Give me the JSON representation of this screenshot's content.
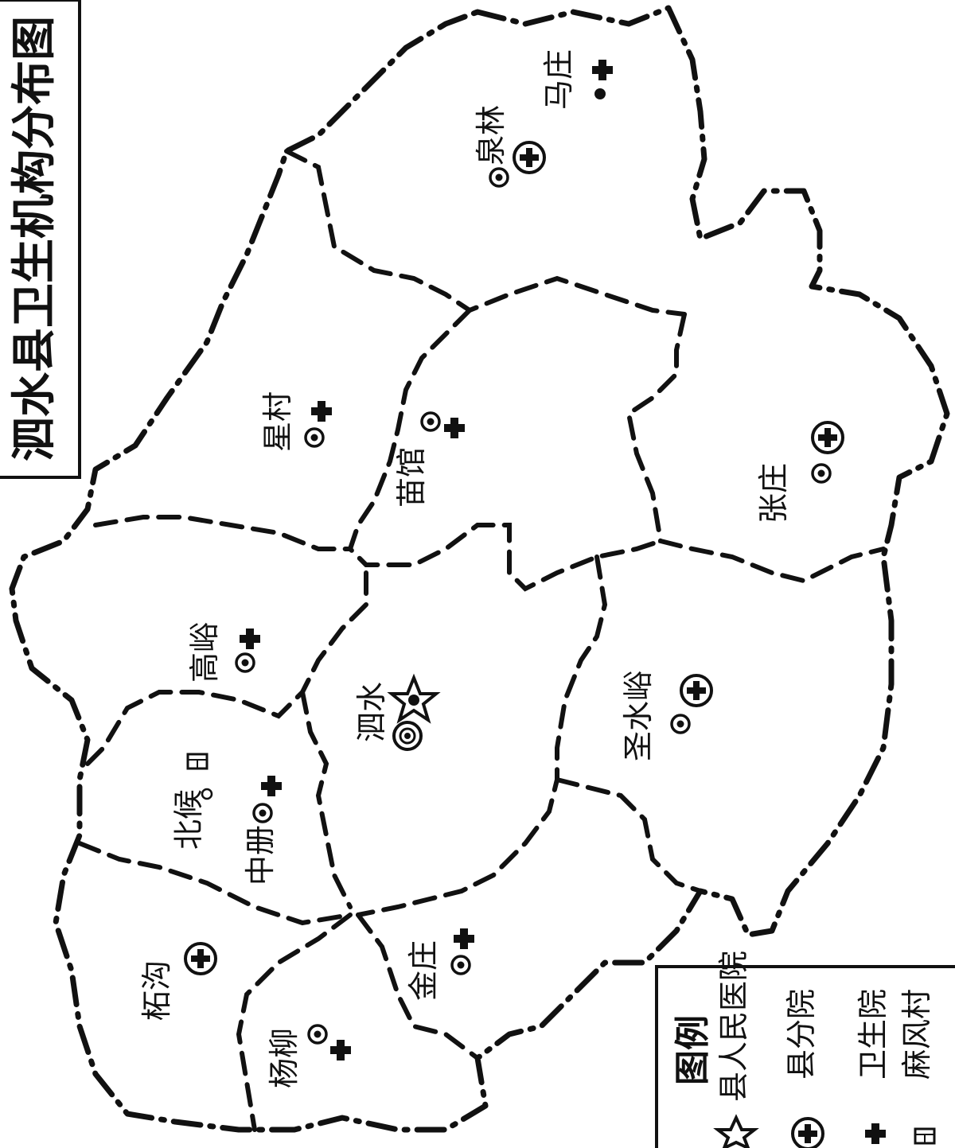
{
  "title": "泗水县卫生机构分布图",
  "places": {
    "mazhuang": "马庄",
    "quanlin": "泉林",
    "xingcun": "星村",
    "miaoguan": "苗馆",
    "zhangzhuang": "张庄",
    "gaoyu": "高峪",
    "sishui": "泗水",
    "shengshuiyu": "圣水峪",
    "beihou": "北候",
    "zhongce": "中册",
    "zhegou": "柘沟",
    "yangliu": "杨柳",
    "jinzhuang": "金庄"
  },
  "legend": {
    "title": "图例",
    "county_hospital": "县人民医院",
    "branch_hospital": "县分院",
    "health_center": "卫生院",
    "leprosy_village": "麻风村"
  }
}
